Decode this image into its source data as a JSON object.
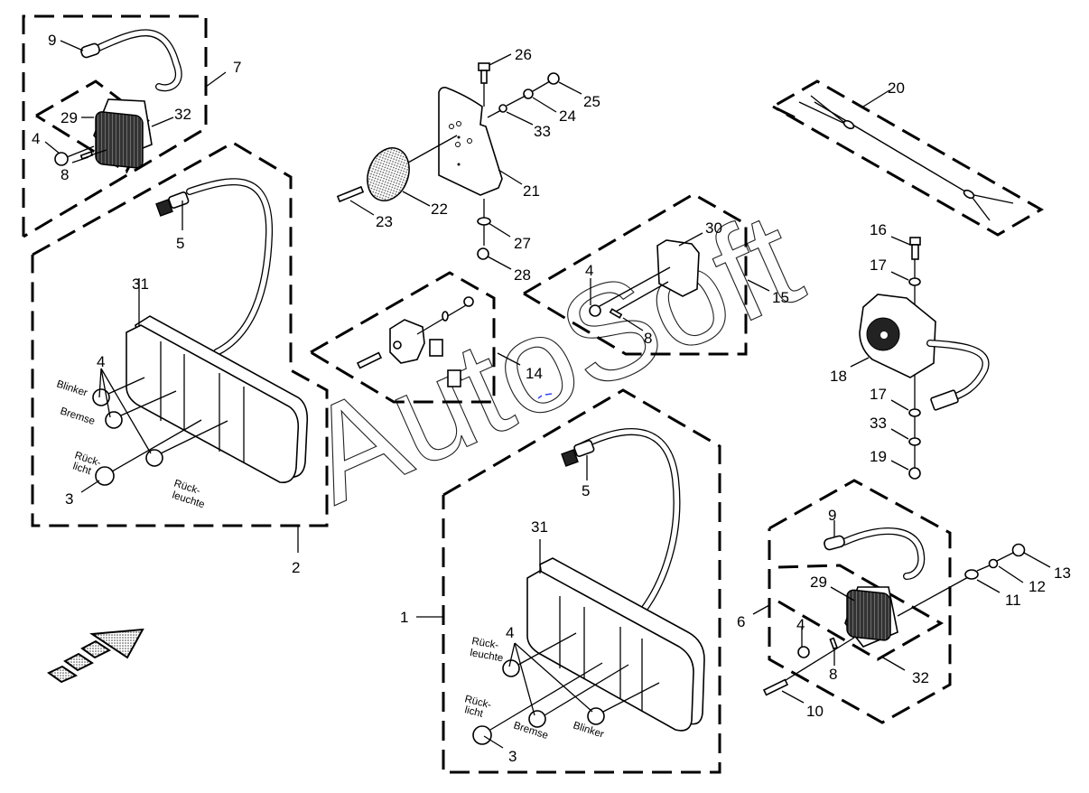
{
  "title": "Beleuchtung / Lighting exploded parts diagram",
  "watermark": "AutoSoft",
  "groups": {
    "g1": "1",
    "g2": "2",
    "g6": "6",
    "g7": "7",
    "g14": "14",
    "g15": "15",
    "g20": "20"
  },
  "callouts": {
    "c3a": "3",
    "c3b": "3",
    "c4a": "4",
    "c4b": "4",
    "c4c": "4",
    "c4d": "4",
    "c4e": "4",
    "c5a": "5",
    "c5b": "5",
    "c8a": "8",
    "c8b": "8",
    "c8c": "8",
    "c9a": "9",
    "c9b": "9",
    "c10": "10",
    "c11": "11",
    "c12": "12",
    "c13": "13",
    "c16": "16",
    "c17a": "17",
    "c17b": "17",
    "c18": "18",
    "c19": "19",
    "c21": "21",
    "c22": "22",
    "c23": "23",
    "c24": "24",
    "c25": "25",
    "c26": "26",
    "c27": "27",
    "c28": "28",
    "c29a": "29",
    "c29b": "29",
    "c30": "30",
    "c31a": "31",
    "c31b": "31",
    "c32a": "32",
    "c32b": "32",
    "c33a": "33",
    "c33b": "33"
  },
  "bulb_labels": {
    "left": {
      "blinker": "Blinker",
      "bremse": "Bremse",
      "rucklicht_1": "Rück-",
      "rucklicht_2": "licht",
      "ruckleuchte_1": "Rück-",
      "ruckleuchte_2": "leuchte"
    },
    "right": {
      "ruckleuchte_1": "Rück-",
      "ruckleuchte_2": "leuchte",
      "rucklicht_1": "Rück-",
      "rucklicht_2": "licht",
      "bremse": "Bremse",
      "blinker": "Blinker"
    }
  },
  "direction_arrow": "forward-direction-arrow"
}
